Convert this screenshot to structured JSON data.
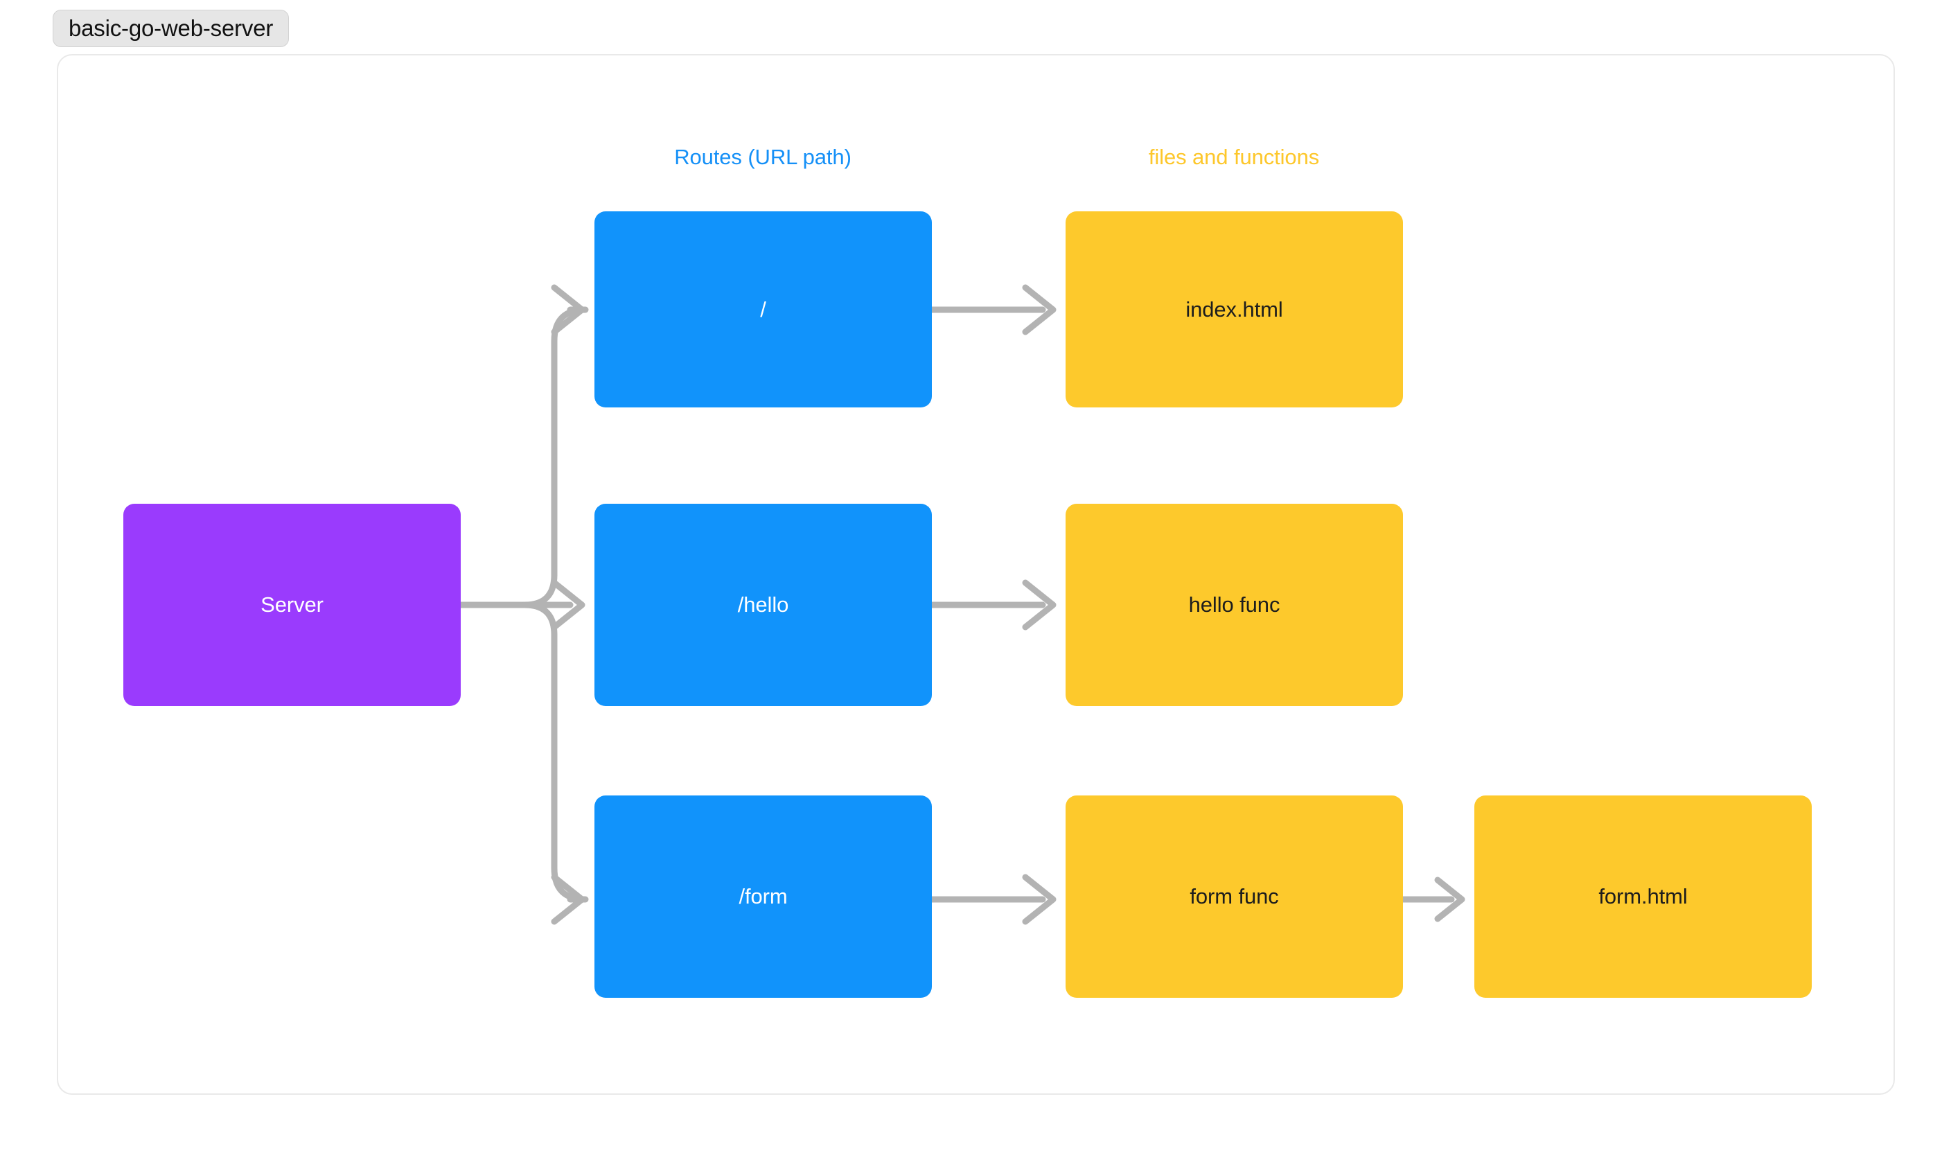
{
  "title": {
    "label": "basic-go-web-server"
  },
  "colors": {
    "server": "#9a3bfd",
    "route": "#1193fb",
    "file": "#fdc92c",
    "edge": "#b3b3b3",
    "frame_border": "#e9e9e9",
    "title_pill_bg": "#e6e6e6",
    "routes_header_text": "#1590f7",
    "files_header_text": "#fdc72b"
  },
  "headers": {
    "routes": "Routes (URL path)",
    "files": "files and functions"
  },
  "nodes": {
    "server": {
      "label": "Server",
      "kind": "server"
    },
    "routes": [
      {
        "id": "root",
        "label": "/",
        "kind": "route"
      },
      {
        "id": "hello",
        "label": "/hello",
        "kind": "route"
      },
      {
        "id": "form",
        "label": "/form",
        "kind": "route"
      }
    ],
    "files": [
      {
        "id": "index",
        "label": "index.html",
        "kind": "file"
      },
      {
        "id": "hellofn",
        "label": "hello func",
        "kind": "file"
      },
      {
        "id": "formfn",
        "label": "form func",
        "kind": "file"
      },
      {
        "id": "formhtml",
        "label": "form.html",
        "kind": "file"
      }
    ]
  },
  "edges": [
    {
      "from": "server",
      "to": "root",
      "style": "elbow-up"
    },
    {
      "from": "server",
      "to": "hello",
      "style": "straight"
    },
    {
      "from": "server",
      "to": "form",
      "style": "elbow-down"
    },
    {
      "from": "root",
      "to": "index",
      "style": "straight"
    },
    {
      "from": "hello",
      "to": "hellofn",
      "style": "straight"
    },
    {
      "from": "form",
      "to": "formfn",
      "style": "straight"
    },
    {
      "from": "formfn",
      "to": "formhtml",
      "style": "straight"
    }
  ]
}
